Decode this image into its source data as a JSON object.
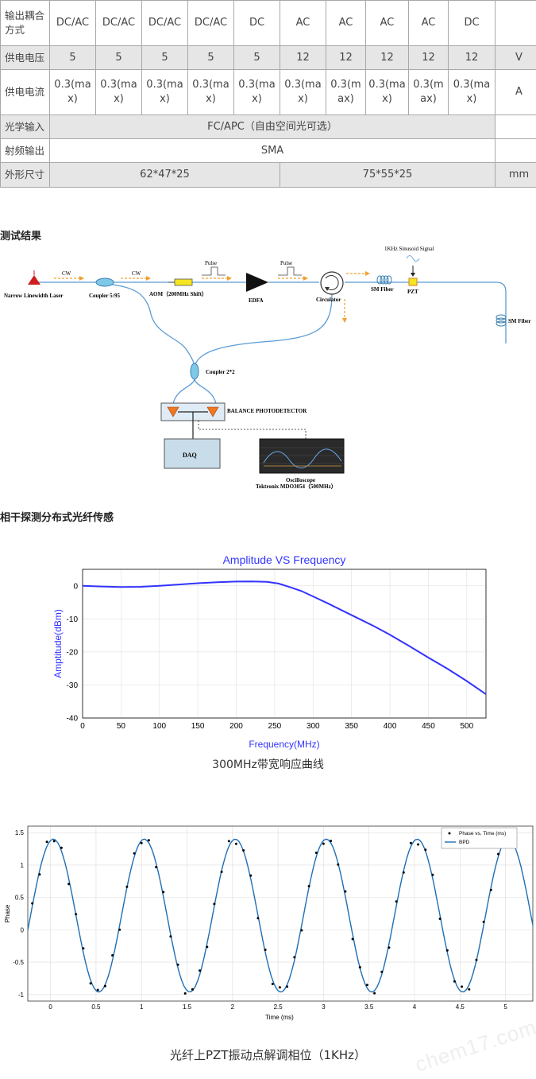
{
  "table": {
    "rows": [
      {
        "label": "输出耦合方式",
        "cells": [
          "DC/AC",
          "DC/AC",
          "DC/AC",
          "DC/AC",
          "DC",
          "AC",
          "AC",
          "AC",
          "AC",
          "DC",
          ""
        ]
      },
      {
        "label": "供电电压",
        "cells": [
          "5",
          "5",
          "5",
          "5",
          "5",
          "12",
          "12",
          "12",
          "12",
          "12",
          "V"
        ]
      },
      {
        "label": "供电电流",
        "cells": [
          "0.3(max)",
          "0.3(max)",
          "0.3(max)",
          "0.3(max)",
          "0.3(max)",
          "0.3(max)",
          "0.3(max)",
          "0.3(max)",
          "0.3(max)",
          "0.3(max)",
          "A"
        ]
      },
      {
        "label": "光学输入",
        "span": "FC/APC（自由空间光可选）"
      },
      {
        "label": "射频输出",
        "span": "SMA"
      },
      {
        "label": "外形尺寸",
        "left": "62*47*25",
        "right": "75*55*25",
        "unit": "mm"
      }
    ]
  },
  "sections": {
    "test_results": "测试结果",
    "coherent_sensing": "相干探测分布式光纤传感"
  },
  "diagram": {
    "laser": "Narrow Linewidth Laser",
    "cw1": "CW",
    "cw2": "CW",
    "coupler1": "Coupler 5:95",
    "aom": "AOM（200MHz Shift）",
    "pulse1": "Pulse",
    "pulse2": "Pulse",
    "edfa": "EDFA",
    "circulator": "Circulator",
    "signal": "1KHz Sinusoid Signal",
    "smfiber1": "SM Fiber",
    "pzt": "PZT",
    "smfiber2": "SM Fiber",
    "coupler2": "Coupler 2*2",
    "bpd": "BALANCE PHOTODETECTOR",
    "daq": "DAQ",
    "osc1": "Oscilloscope",
    "osc2": "Tektronix MDO3054（500MHz）"
  },
  "colors": {
    "accent": "#3333ff",
    "fiber": "#5b9bd5",
    "arrow": "#f0a030",
    "curve2": "#1f6fb4"
  },
  "chart_data": [
    {
      "type": "line",
      "title": "Amplitude VS Frequency",
      "xlabel": "Frequency(MHz)",
      "ylabel": "Amptitude(dBm)",
      "xlim": [
        0,
        525
      ],
      "ylim": [
        -40,
        5
      ],
      "xticks": [
        0,
        50,
        100,
        150,
        200,
        250,
        300,
        350,
        400,
        450,
        500
      ],
      "yticks": [
        0,
        -10,
        -20,
        -30,
        -40
      ],
      "grid": true,
      "series": [
        {
          "x": [
            0,
            25,
            50,
            75,
            100,
            125,
            150,
            175,
            200,
            220,
            240,
            255,
            270,
            285,
            300,
            320,
            340,
            360,
            380,
            400,
            425,
            450,
            475,
            500,
            525
          ],
          "y": [
            0,
            -0.2,
            -0.35,
            -0.3,
            0,
            0.4,
            0.8,
            1.1,
            1.3,
            1.35,
            1.2,
            0.7,
            -0.4,
            -1.6,
            -3.2,
            -5.4,
            -7.7,
            -10.0,
            -12.3,
            -14.8,
            -18.2,
            -21.7,
            -25.1,
            -28.8,
            -32.8
          ]
        }
      ]
    },
    {
      "type": "line",
      "xlabel": "Time (ms)",
      "ylabel": "Phase",
      "xlim": [
        -0.25,
        5.3
      ],
      "ylim": [
        -1.1,
        1.6
      ],
      "xticks": [
        0,
        0.5,
        1,
        1.5,
        2,
        2.5,
        3,
        3.5,
        4,
        4.5,
        5
      ],
      "yticks": [
        1.5,
        1,
        0.5,
        0,
        -0.5,
        -1
      ],
      "grid": true,
      "legend": "top-right",
      "series": [
        {
          "name": "Phase vs. Time (ms)",
          "style": "points",
          "x": [],
          "y": []
        },
        {
          "name": "BPD",
          "style": "line",
          "x": [],
          "y": []
        }
      ]
    }
  ],
  "captions": {
    "chart1": "300MHz带宽响应曲线",
    "chart2": "光纤上PZT振动点解调相位（1KHz）"
  }
}
